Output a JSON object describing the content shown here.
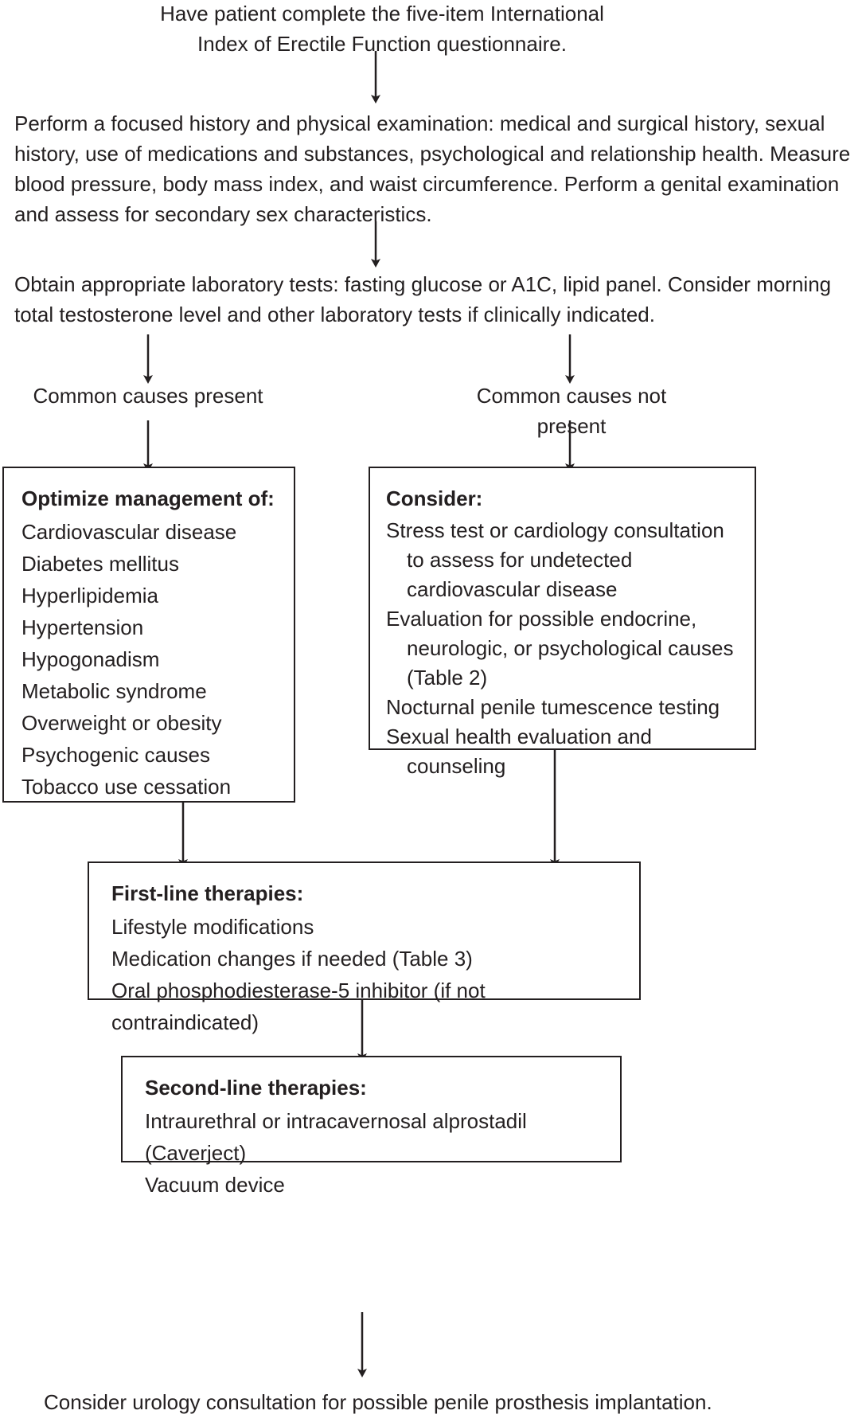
{
  "diagram": {
    "title": "Erectile dysfunction evaluation and management algorithm",
    "accent_color": "#231f20",
    "background": "#ffffff"
  },
  "steps": {
    "questionnaire": "Have patient complete the five-item International Index of Erectile Function questionnaire.",
    "history_exam": "Perform a focused history and physical examination: medical and surgical history, sexual history, use of medications and substances, psychological and relationship health. Measure blood pressure, body mass index, and waist circumference. Perform a genital examination and assess for secondary sex characteristics.",
    "labs": "Obtain appropriate laboratory tests: fasting glucose or A1C, lipid panel. Consider morning total testosterone level and other laboratory tests if clinically indicated.",
    "final": "Consider urology consultation for possible penile prosthesis implantation."
  },
  "branches": {
    "left_label": "Common causes present",
    "right_label": "Common causes not present"
  },
  "optimize_box": {
    "title": "Optimize management of:",
    "items": [
      "Cardiovascular disease",
      "Diabetes mellitus",
      "Hyperlipidemia",
      "Hypertension",
      "Hypogonadism",
      "Metabolic syndrome",
      "Overweight or obesity",
      "Psychogenic causes",
      "Tobacco use cessation"
    ]
  },
  "consider_box": {
    "title": "Consider:",
    "items": [
      "Stress test or cardiology consultation to assess for undetected cardiovascular disease",
      "Evaluation for possible endocrine, neurologic, or psychological causes (Table 2)",
      "Nocturnal penile tumescence testing",
      "Sexual health evaluation and counseling"
    ]
  },
  "first_line_box": {
    "title": "First-line therapies:",
    "items": [
      "Lifestyle modifications",
      "Medication changes if needed (Table 3)",
      "Oral phosphodiesterase-5 inhibitor (if not contraindicated)"
    ]
  },
  "second_line_box": {
    "title": "Second-line therapies:",
    "items": [
      "Intraurethral or intracavernosal alprostadil (Caverject)",
      "Vacuum device"
    ]
  }
}
